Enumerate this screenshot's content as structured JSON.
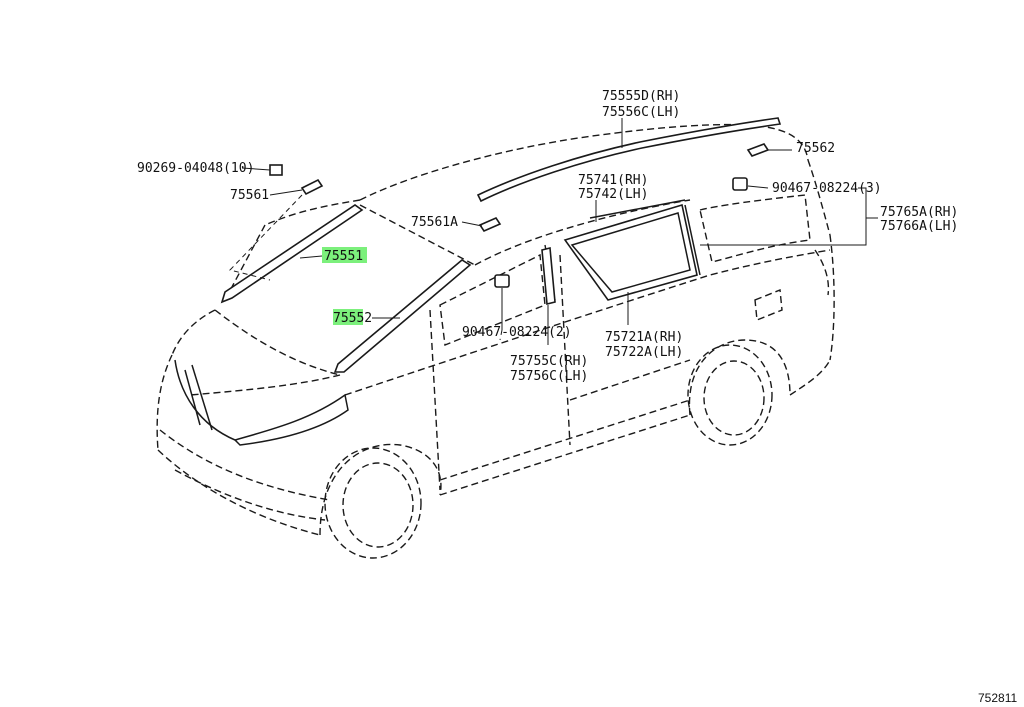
{
  "highlight_color": "#7CF07C",
  "labels": {
    "p90269": "90269-04048(10)",
    "p75561": "75561",
    "p75551": "75551",
    "p75552": "75552",
    "p75561a": "75561A",
    "p75555d": "75555D(RH)",
    "p75556c": "75556C(LH)",
    "p75562": "75562",
    "p90467_3": "90467-08224(3)",
    "p75741": "75741(RH)",
    "p75742": "75742(LH)",
    "p75765a": "75765A(RH)",
    "p75766a": "75766A(LH)",
    "p90467_2": "90467-08224(2)",
    "p75721a": "75721A(RH)",
    "p75722a": "75722A(LH)",
    "p75755c": "75755C(RH)",
    "p75756c": "75756C(LH)"
  },
  "diagram_ref": "752811"
}
